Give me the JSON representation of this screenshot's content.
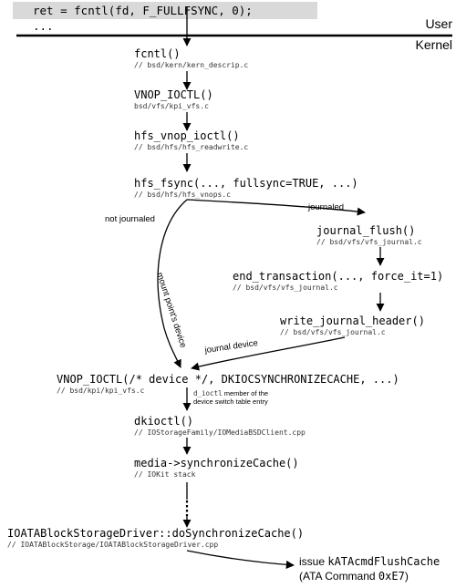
{
  "colors": {
    "ink": "#000000",
    "highlight": "#d9d9d9",
    "path_text": "#333333"
  },
  "user_space": {
    "call": "ret = fcntl(fd, F_FULLFSYNC, 0);",
    "ellipsis": "...",
    "user_label": "User",
    "kernel_label": "Kernel"
  },
  "nodes": {
    "fcntl": {
      "fn": "fcntl()",
      "path": "// bsd/kern/kern_descrip.c"
    },
    "vnop_ioctl_top": {
      "fn": "VNOP_IOCTL()",
      "path": "bsd/vfs/kpi_vfs.c"
    },
    "hfs_vnop_ioctl": {
      "fn": "hfs_vnop_ioctl()",
      "path": "// bsd/hfs/hfs_readwrite.c"
    },
    "hfs_fsync": {
      "fn": "hfs_fsync(..., fullsync=TRUE, ...)",
      "path": "// bsd/hfs/hfs_vnops.c"
    },
    "journal_flush": {
      "fn": "journal_flush()",
      "path": "// bsd/vfs/vfs_journal.c"
    },
    "end_transaction": {
      "fn": "end_transaction(..., force_it=1)",
      "path": "// bsd/vfs/vfs_journal.c"
    },
    "write_journal_header": {
      "fn": "write_journal_header()",
      "path": "// bsd/vfs/vfs_journal.c"
    },
    "vnop_ioctl_device": {
      "fn": "VNOP_IOCTL(/* device */, DKIOCSYNCHRONIZECACHE, ...)",
      "path": "// bsd/kpi/kpi_vfs.c"
    },
    "dkioctl": {
      "fn": "dkioctl()",
      "path": "// IOStorageFamily/IOMediaBSDClient.cpp"
    },
    "media_sync": {
      "fn": "media->synchronizeCache()",
      "path": "// IOKit stack"
    },
    "ioata": {
      "fn": "IOATABlockStorageDriver::doSynchronizeCache()",
      "path": "// IOATABlockStorage/IOATABlockStorageDriver.cpp"
    }
  },
  "edge_labels": {
    "journaled": "journaled",
    "not_journaled": "not journaled",
    "mount_point_device": "mount point's device",
    "journal_device": "journal device",
    "d_ioctl_code": "d_ioctl",
    "d_ioctl_rest": " member of the",
    "d_ioctl_line2": "device switch table entry"
  },
  "final": {
    "issue_word": "issue ",
    "issue_cmd": "kATAcmdFlushCache",
    "ata_prefix": "(ATA Command ",
    "ata_code": "0xE7",
    "ata_suffix": ")"
  }
}
